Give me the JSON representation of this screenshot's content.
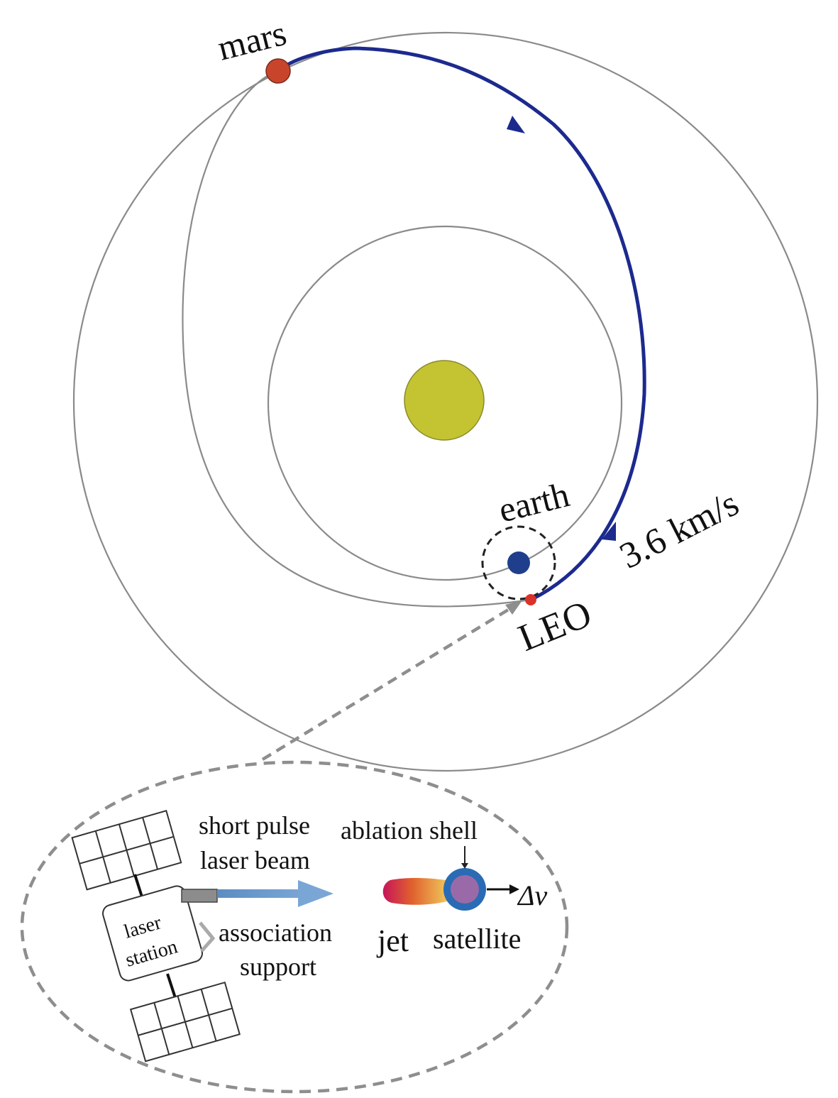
{
  "labels": {
    "mars": "mars",
    "earth": "earth",
    "speed": "3.6 km/s",
    "leo": "LEO",
    "short_pulse": "short pulse",
    "laser_beam": "laser beam",
    "ablation_shell": "ablation shell",
    "association": "association",
    "support": "support",
    "laser": "laser",
    "station": "station",
    "jet": "jet",
    "satellite": "satellite",
    "delta_v": "Δv"
  },
  "colors": {
    "sun": "#c4c433",
    "earth": "#1f3f8c",
    "mars": "#c8452c",
    "leo_point": "#d9332b",
    "trajectory": "#1c2a8e",
    "orbit": "#8a8a8a",
    "dashed": "#8e8e8e",
    "beam": "#6f9ccd",
    "satellite_shell": "#2a6bb5",
    "satellite_core": "#9a6aa8"
  },
  "icons": {
    "sun": "sun-icon",
    "earth": "earth-icon",
    "mars": "mars-icon",
    "leo": "leo-point-icon",
    "laser_station": "laser-station-icon",
    "solar_panel": "solar-panel-icon",
    "satellite": "satellite-icon",
    "jet": "jet-plume-icon"
  }
}
